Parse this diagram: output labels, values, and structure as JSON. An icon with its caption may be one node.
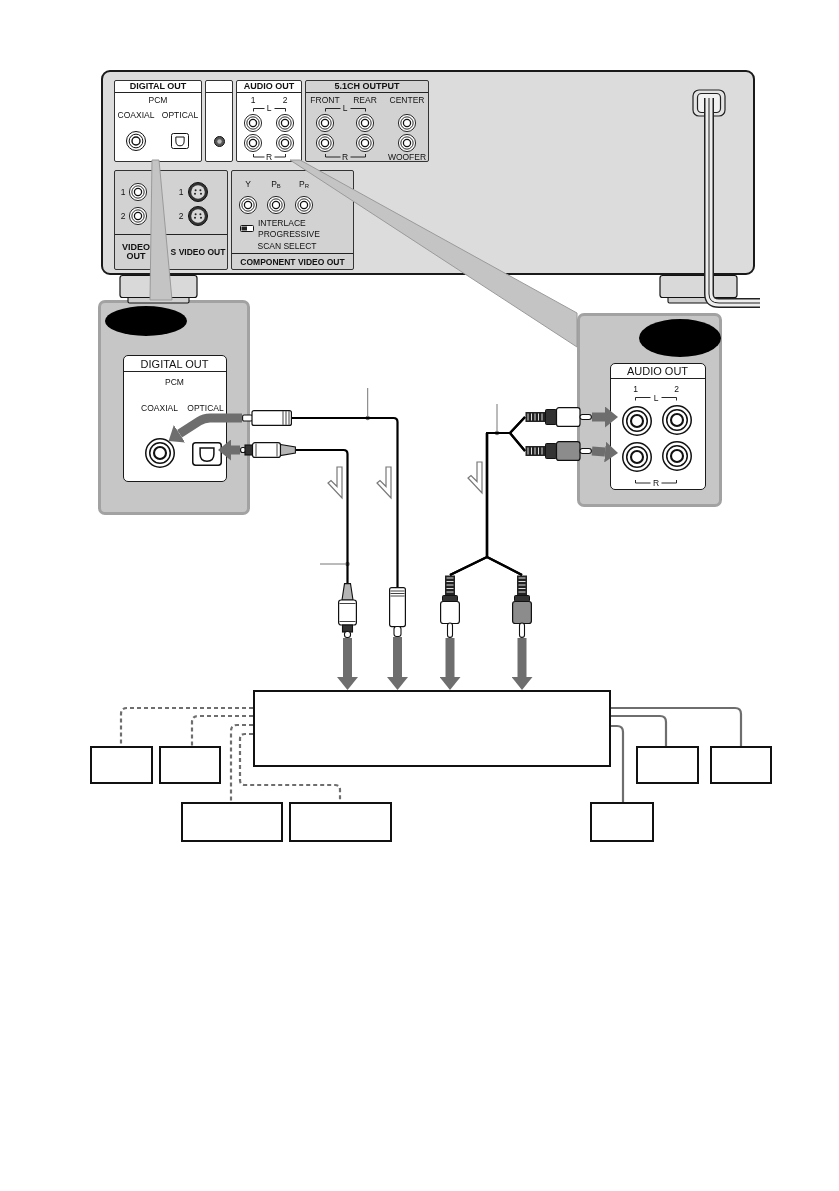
{
  "diagram": {
    "nodes": [
      {
        "text": [],
        "shape": "box"
      },
      {
        "text": [
          "DIGITAL OUT",
          "PCM",
          "COAXIAL",
          "OPTICAL"
        ],
        "in": 0
      },
      {
        "text": [],
        "shape": "box",
        "in": 0
      },
      {
        "text": [
          "AUDIO OUT",
          "1",
          "2",
          "L",
          "R"
        ],
        "in": 0
      },
      {
        "text": [
          "5.1CH OUTPUT",
          "FRONT",
          "REAR",
          "CENTER",
          "L",
          "R",
          "WOOFER"
        ],
        "in": 0
      },
      {
        "text": [
          "1",
          "1",
          "2",
          "2",
          "VIDEO OUT",
          "S VIDEO OUT"
        ],
        "in": 0
      },
      {
        "text": [
          "Y",
          "P$_{B}$",
          "P$_{R}$",
          "INTERLACE",
          "PROGRESSIVE",
          "SCAN SELECT",
          "COMPONENT VIDEO OUT"
        ],
        "in": 0
      },
      {
        "text": [],
        "shape": "box"
      },
      {
        "text": [],
        "shape": "ellipse",
        "in": 7
      },
      {
        "text": [
          "DIGITAL OUT",
          "PCM",
          "COAXIAL",
          "OPTICAL"
        ],
        "in": 7
      },
      {
        "text": [],
        "shape": "circle",
        "in": 9
      },
      {
        "text": [],
        "shape": "box",
        "in": 9
      },
      {
        "text": [],
        "shape": "box"
      },
      {
        "text": [],
        "shape": "ellipse",
        "in": 12
      },
      {
        "text": [
          "AUDIO OUT",
          "1",
          "2",
          "L",
          "R"
        ],
        "in": 12
      },
      {
        "text": [],
        "shape": "circle",
        "in": 14
      },
      {
        "text": [],
        "shape": "circle",
        "in": 14
      },
      {
        "text": [],
        "shape": "picture"
      },
      {
        "text": [],
        "shape": "picture"
      },
      {
        "text": [],
        "shape": "picture"
      },
      {
        "text": [],
        "shape": "picture"
      },
      {
        "text": [],
        "shape": "picture"
      },
      {
        "text": [],
        "shape": "picture"
      },
      {
        "text": [],
        "shape": "picture"
      },
      {
        "text": [],
        "shape": "picture"
      },
      {
        "text": [],
        "shape": "box"
      },
      {
        "text": [],
        "shape": "box"
      },
      {
        "text": [],
        "shape": "box"
      },
      {
        "text": [],
        "shape": "box"
      },
      {
        "text": [],
        "shape": "box"
      },
      {
        "text": [],
        "shape": "box"
      },
      {
        "text": [],
        "shape": "box"
      },
      {
        "text": [],
        "shape": "box"
      }
    ],
    "edges": [
      {
        "from": 1,
        "to": 7,
        "arrow": "none",
        "style": "thick",
        "color": "#c4c4c4"
      },
      {
        "from": 3,
        "to": 12,
        "arrow": "none",
        "style": "thick",
        "color": "#c4c4c4"
      },
      {
        "from": 17,
        "to": 10,
        "arrow": "to",
        "style": "thick"
      },
      {
        "from": 18,
        "to": 11,
        "arrow": "to",
        "style": "thick"
      },
      {
        "from": 19,
        "to": 15,
        "arrow": "to",
        "style": "thick"
      },
      {
        "from": 20,
        "to": 16,
        "arrow": "to",
        "style": "thick"
      },
      {
        "from": 17,
        "to": 22,
        "arrow": "none",
        "color": "#000000"
      },
      {
        "from": 18,
        "to": 21,
        "arrow": "none",
        "color": "#000000"
      },
      {
        "from": 19,
        "to": 23,
        "arrow": "none",
        "color": "#000000"
      },
      {
        "from": 19,
        "to": 24,
        "arrow": "none",
        "color": "#000000"
      },
      {
        "from": 20,
        "to": 23,
        "arrow": "none",
        "color": "#000000"
      },
      {
        "from": 20,
        "to": 24,
        "arrow": "none",
        "color": "#000000"
      },
      {
        "from": 21,
        "to": 25,
        "arrow": "to",
        "style": "thick"
      },
      {
        "from": 22,
        "to": 25,
        "arrow": "to",
        "style": "thick"
      },
      {
        "from": 23,
        "to": 25,
        "arrow": "to",
        "style": "thick"
      },
      {
        "from": 24,
        "to": 25,
        "arrow": "to",
        "style": "thick"
      },
      {
        "from": 25,
        "to": 26,
        "arrow": "none",
        "style": "dashed"
      },
      {
        "from": 25,
        "to": 27,
        "arrow": "none",
        "style": "dashed"
      },
      {
        "from": 25,
        "to": 30,
        "arrow": "none",
        "style": "dashed"
      },
      {
        "from": 25,
        "to": 31,
        "arrow": "none",
        "style": "dashed"
      },
      {
        "from": 25,
        "to": 29,
        "arrow": "none"
      },
      {
        "from": 25,
        "to": 28,
        "arrow": "none"
      },
      {
        "from": 25,
        "to": 32,
        "arrow": "none"
      }
    ]
  }
}
